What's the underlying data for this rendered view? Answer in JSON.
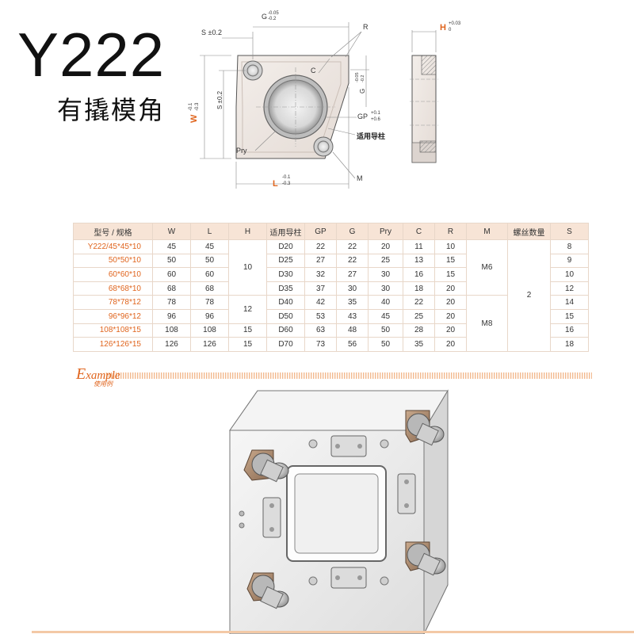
{
  "title": "Y222",
  "subtitle": "有撬模角",
  "drawing": {
    "dims": {
      "g": "G",
      "g_tol_upper": "-0.05",
      "g_tol_lower": "-0.2",
      "s_top": "S ±0.2",
      "r": "R",
      "h": "H",
      "h_tol_upper": "+0.03",
      "h_tol_lower": "0",
      "c": "C",
      "s_side": "S ±0.2",
      "w": "W",
      "w_tol_upper": "-0.1",
      "w_tol_lower": "-0.3",
      "g_side": "G",
      "g_side_tol_upper": "-0.05",
      "g_side_tol_lower": "-0.2",
      "gp": "GP",
      "gp_tol_upper": "+0.1",
      "gp_tol_lower": "+0.6",
      "guide_post": "适用导柱",
      "pry": "Pry",
      "m": "M",
      "l": "L",
      "l_tol_upper": "-0.1",
      "l_tol_lower": "-0.3"
    }
  },
  "table": {
    "headers": [
      "型号 / 规格",
      "W",
      "L",
      "H",
      "适用导柱",
      "GP",
      "G",
      "Pry",
      "C",
      "R",
      "M",
      "螺丝数量",
      "S"
    ],
    "rows": [
      {
        "model": "Y222/45*45*10",
        "W": "45",
        "L": "45",
        "guide": "D20",
        "GP": "22",
        "G": "22",
        "Pry": "20",
        "C": "11",
        "R": "10",
        "S": "8"
      },
      {
        "model": "50*50*10",
        "W": "50",
        "L": "50",
        "guide": "D25",
        "GP": "27",
        "G": "22",
        "Pry": "25",
        "C": "13",
        "R": "15",
        "S": "9"
      },
      {
        "model": "60*60*10",
        "W": "60",
        "L": "60",
        "guide": "D30",
        "GP": "32",
        "G": "27",
        "Pry": "30",
        "C": "16",
        "R": "15",
        "S": "10"
      },
      {
        "model": "68*68*10",
        "W": "68",
        "L": "68",
        "guide": "D35",
        "GP": "37",
        "G": "30",
        "Pry": "30",
        "C": "18",
        "R": "20",
        "S": "12"
      },
      {
        "model": "78*78*12",
        "W": "78",
        "L": "78",
        "guide": "D40",
        "GP": "42",
        "G": "35",
        "Pry": "40",
        "C": "22",
        "R": "20",
        "S": "14"
      },
      {
        "model": "96*96*12",
        "W": "96",
        "L": "96",
        "guide": "D50",
        "GP": "53",
        "G": "43",
        "Pry": "45",
        "C": "25",
        "R": "20",
        "S": "15"
      },
      {
        "model": "108*108*15",
        "W": "108",
        "L": "108",
        "guide": "D60",
        "GP": "63",
        "G": "48",
        "Pry": "50",
        "C": "28",
        "R": "20",
        "S": "16"
      },
      {
        "model": "126*126*15",
        "W": "126",
        "L": "126",
        "guide": "D70",
        "GP": "73",
        "G": "56",
        "Pry": "50",
        "C": "35",
        "R": "20",
        "S": "18"
      }
    ],
    "merged": {
      "H_a": "10",
      "H_b": "12",
      "H_c": "15",
      "H_d": "15",
      "M_a": "M6",
      "M_b": "M8",
      "screws": "2"
    }
  },
  "example": {
    "letter": "E",
    "rest": "xample",
    "sub": "使用例"
  },
  "colors": {
    "accent": "#e0651e",
    "header_bg": "#f7e4d6",
    "border": "#e8d7c9",
    "plate": "#ede6e1"
  }
}
